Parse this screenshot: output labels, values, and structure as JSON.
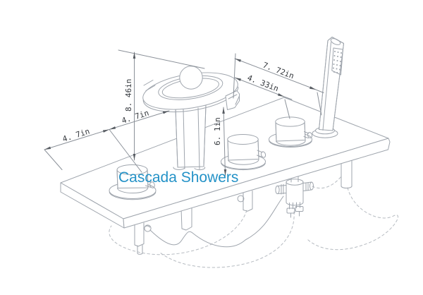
{
  "page": {
    "background": "#FFFFFF"
  },
  "brand": {
    "label": "Cascada Showers",
    "color": "#2492C7"
  },
  "dimensions": {
    "overall_height": "8. 46in",
    "deck_left_spacing_a": "4. 7in",
    "deck_left_spacing_b": "4. 7in",
    "spout_to_deck_height": "6. 1in",
    "spout_to_handshower": "7. 72in",
    "spout_to_right_knob": "4. 33in"
  },
  "colors": {
    "drawing_line": "#9FA5AD",
    "dimension_line": "#8B9199",
    "dimension_text": "#33373C",
    "hose_dashed": "#B6BBC1",
    "brand_blue": "#2492C7"
  }
}
